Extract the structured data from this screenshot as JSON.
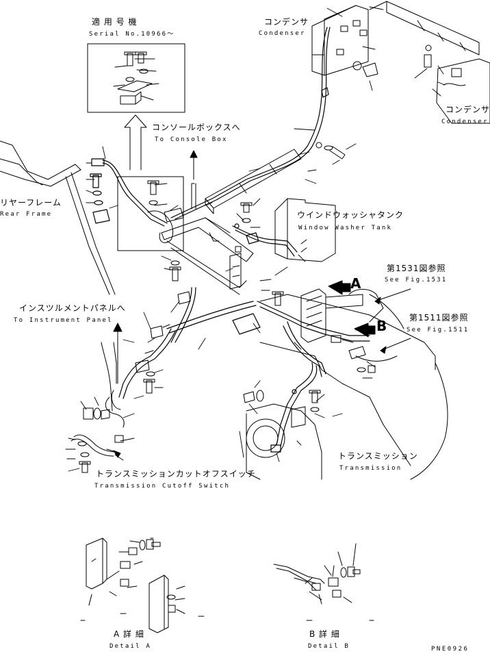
{
  "serial_box": {
    "title_jp": "適 用 号 機",
    "serial_en": "Serial No.10966～"
  },
  "labels": {
    "condenser_top_jp": "コンデンサ",
    "condenser_top_en": "Condenser",
    "condenser_right_jp": "コンデンサ",
    "condenser_right_en": "Condenser",
    "console_jp": "コンソールボックスへ",
    "console_en": "To Console Box",
    "rear_frame_jp": "リヤーフレーム",
    "rear_frame_en": "Rear Frame",
    "washer_jp": "ウインドウォッシャタンク",
    "washer_en": "Window Washer Tank",
    "fig1531_jp": "第1531図参照",
    "fig1531_en": "See Fig.1531",
    "fig1511_jp": "第1511図参照",
    "fig1511_en": "See Fig.1511",
    "instrument_jp": "インスツルメントパネルへ",
    "instrument_en": "To Instrument Panel",
    "transmission_jp": "トランスミッション",
    "transmission_en": "Transmission",
    "cutoff_jp": "トランスミッションカットオフスイッチ",
    "cutoff_en": "Transmission Cutoff Switch",
    "arrow_a": "A",
    "arrow_b": "B",
    "detail_a_jp": "A 詳 細",
    "detail_a_en": "Detail A",
    "detail_b_jp": "B 詳 細",
    "detail_b_en": "Detail B",
    "page_code": "PNE0926"
  }
}
